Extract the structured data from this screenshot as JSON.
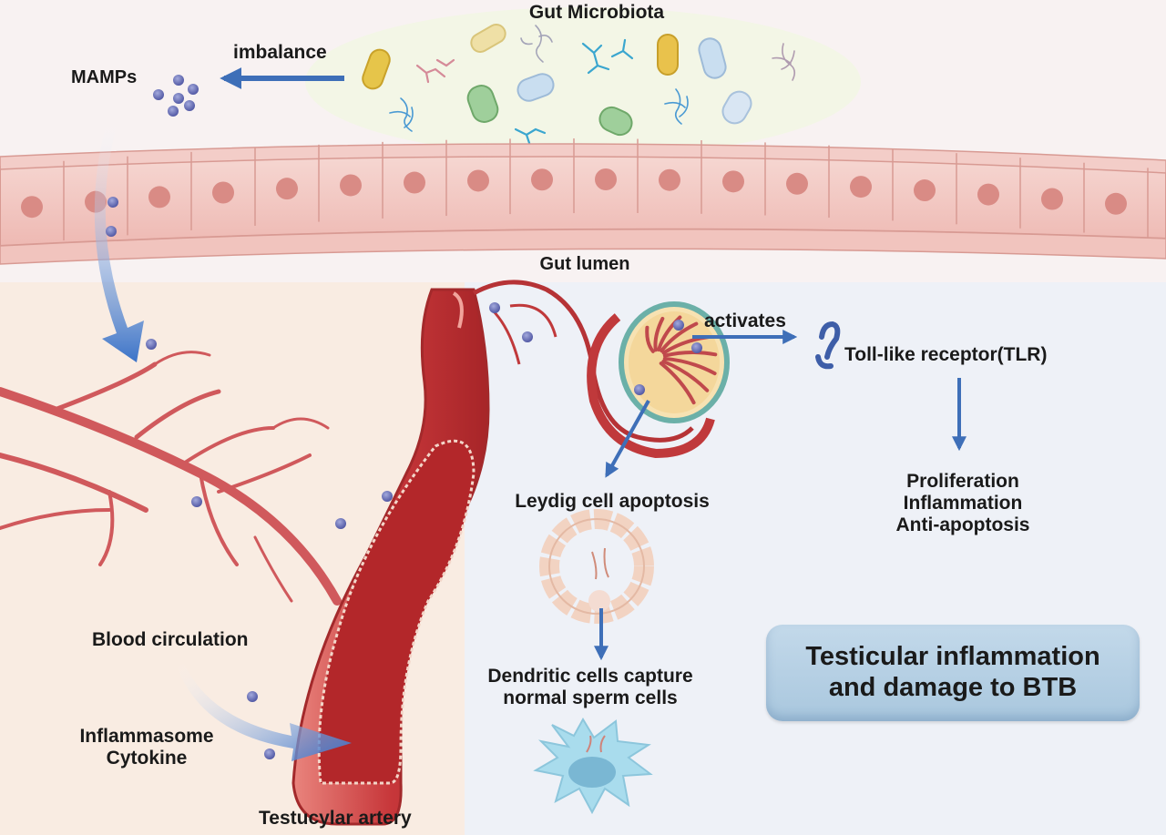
{
  "labels": {
    "gut_microbiota": "Gut Microbiota",
    "imbalance": "imbalance",
    "mamps": "MAMPs",
    "gut_lumen": "Gut lumen",
    "activates": "activates",
    "tlr": "Toll-like receptor(TLR)",
    "effects": [
      "Proliferation",
      "Inflammation",
      "Anti-apoptosis"
    ],
    "leydig": "Leydig cell apoptosis",
    "dendritic": [
      "Dendritic cells capture",
      "normal sperm cells"
    ],
    "blood_circulation": "Blood circulation",
    "inflammasome": "Inflammasome",
    "cytokine": "Cytokine",
    "artery": "Testucylar artery",
    "outcome": [
      "Testicular inflammation",
      "and damage to BTB"
    ]
  },
  "colors": {
    "arrow_blue": "#3e6fb8",
    "particle": "#5a64ad",
    "vessel_red": "#c0393b",
    "epithelium": "#f1c9c4",
    "nucleus": "#d98b85",
    "callout": "#b3cfe4"
  },
  "icons": [
    "bacteria-icon",
    "mamp-particle-icon",
    "epithelium-cell-icon",
    "artery-icon",
    "testis-icon",
    "tlr-receptor-icon",
    "seminiferous-tubule-icon",
    "dendritic-cell-icon"
  ]
}
